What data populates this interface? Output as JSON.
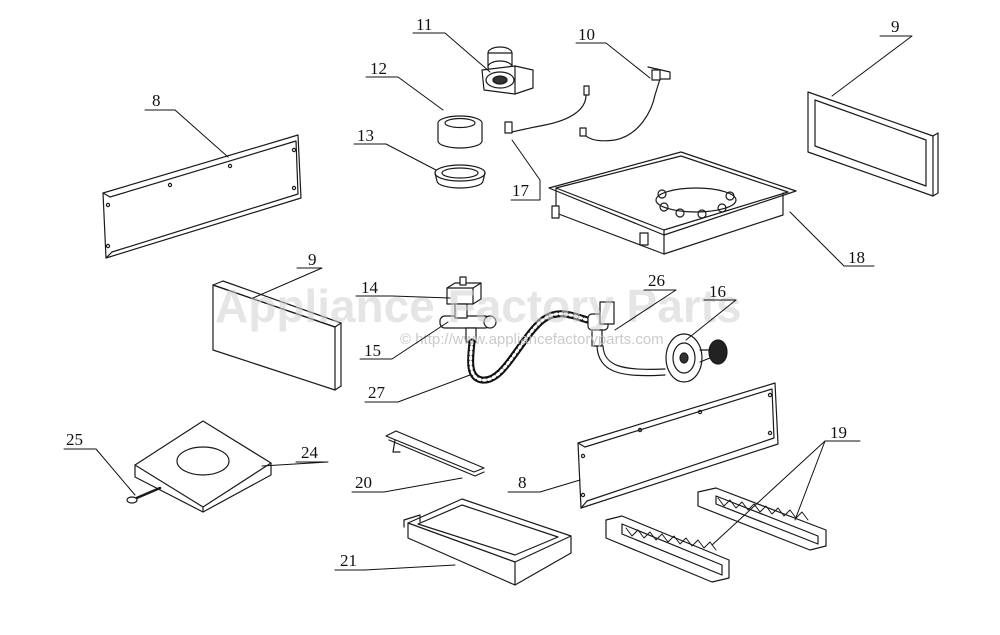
{
  "watermark": {
    "brand": "Appliance Factory Parts",
    "url": "© http://www.appliancefactoryparts.com"
  },
  "callouts": [
    {
      "id": "8a",
      "label": "8"
    },
    {
      "id": "9a",
      "label": "9"
    },
    {
      "id": "10",
      "label": "10"
    },
    {
      "id": "11",
      "label": "11"
    },
    {
      "id": "12",
      "label": "12"
    },
    {
      "id": "13",
      "label": "13"
    },
    {
      "id": "14",
      "label": "14"
    },
    {
      "id": "15",
      "label": "15"
    },
    {
      "id": "16",
      "label": "16"
    },
    {
      "id": "17",
      "label": "17"
    },
    {
      "id": "18",
      "label": "18"
    },
    {
      "id": "9b",
      "label": "9"
    },
    {
      "id": "19",
      "label": "19"
    },
    {
      "id": "20",
      "label": "20"
    },
    {
      "id": "21",
      "label": "21"
    },
    {
      "id": "24",
      "label": "24"
    },
    {
      "id": "25",
      "label": "25"
    },
    {
      "id": "26",
      "label": "26"
    },
    {
      "id": "27",
      "label": "27"
    },
    {
      "id": "8b",
      "label": "8"
    }
  ]
}
